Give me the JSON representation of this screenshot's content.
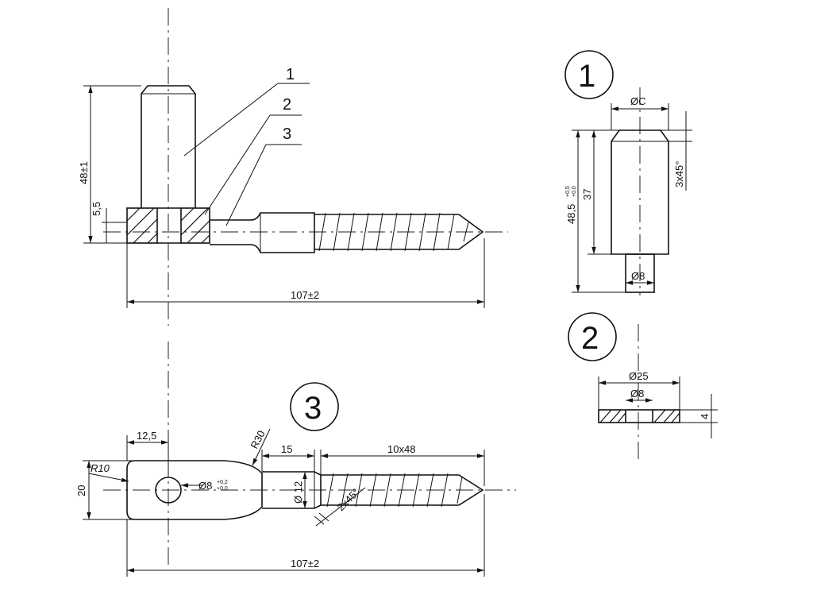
{
  "part_labels": {
    "one": "1",
    "two": "2",
    "three": "3"
  },
  "detail_callouts": {
    "one": "1",
    "two": "2",
    "three": "3"
  },
  "assembly_view": {
    "height": "48±1",
    "washer_offset": "5,5",
    "overall_length": "107±2"
  },
  "detail_1": {
    "diameter": "ØC",
    "chamfer": "3x45°",
    "total_length_main": "48,5",
    "total_length_tol_upper": "+0,5",
    "total_length_tol_lower": "+0,0",
    "body_length": "37",
    "pin_diameter": "Ø8"
  },
  "detail_2": {
    "outer_diameter": "Ø25",
    "inner_diameter": "Ø8",
    "thickness": "4"
  },
  "detail_3": {
    "eye_offset": "12,5",
    "neck_radius": "R30",
    "neck_length": "15",
    "thread": "10x48",
    "eye_radius": "R10",
    "width": "20",
    "hole_main": "Ø8",
    "hole_tol_upper": "+0,2",
    "hole_tol_lower": "+0,0",
    "shank_diameter": "Ø 12",
    "chamfer": "2x45°",
    "overall_length": "107±2"
  }
}
